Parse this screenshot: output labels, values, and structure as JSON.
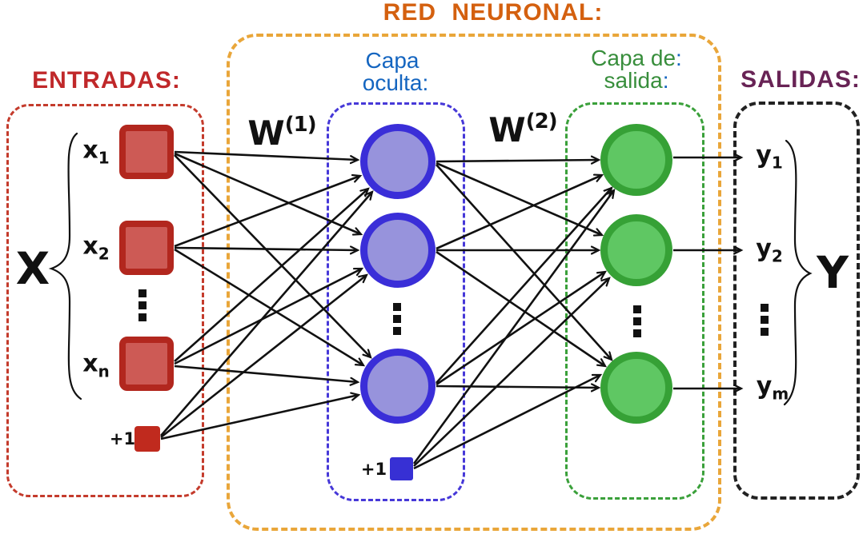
{
  "diagram_title": "RED NEURONAL:",
  "inputs": {
    "title": "ENTRADAS:",
    "variable": "X",
    "nodes": [
      {
        "base": "x",
        "sub": "1"
      },
      {
        "base": "x",
        "sub": "2"
      },
      {
        "base": "x",
        "sub": "n"
      }
    ],
    "bias_label": "+1"
  },
  "hidden_layer": {
    "title_line1": "Capa",
    "title_line2": "oculta:",
    "bias_label": "+1"
  },
  "output_layer": {
    "title_line1_text": "Capa de",
    "title_line1_colon": ":",
    "title_line2_text": "salida",
    "title_line2_colon": ":"
  },
  "outputs": {
    "title": "SALIDAS:",
    "variable": "Y",
    "nodes": [
      {
        "base": "y",
        "sub": "1"
      },
      {
        "base": "y",
        "sub": "2"
      },
      {
        "base": "y",
        "sub": "m"
      }
    ]
  },
  "weights": {
    "w1": {
      "base": "W",
      "sup": "(1)"
    },
    "w2": {
      "base": "W",
      "sup": "(2)"
    }
  },
  "icons": {
    "vertical_ellipsis": "⋮"
  },
  "colors": {
    "title_orange": "#d4600f",
    "network_box_border": "#e9a63a",
    "inputs_title_red": "#c0282a",
    "inputs_box_border": "#c43b2c",
    "input_square_border": "#b2271e",
    "input_square_fill": "#cd5a55",
    "input_bias_fill": "#c02a1e",
    "hidden_title_blue": "#1465c0",
    "hidden_box_border": "#4638d8",
    "hidden_circle_border": "#3a2ed8",
    "hidden_circle_fill": "#9793dc",
    "hidden_bias_fill": "#3730d4",
    "output_title_green": "#388e3c",
    "output_box_border": "#3aa03a",
    "output_circle_border": "#36a136",
    "output_circle_fill": "#5fc763",
    "outputs_title_purple": "#682355",
    "line_black": "#111111"
  }
}
